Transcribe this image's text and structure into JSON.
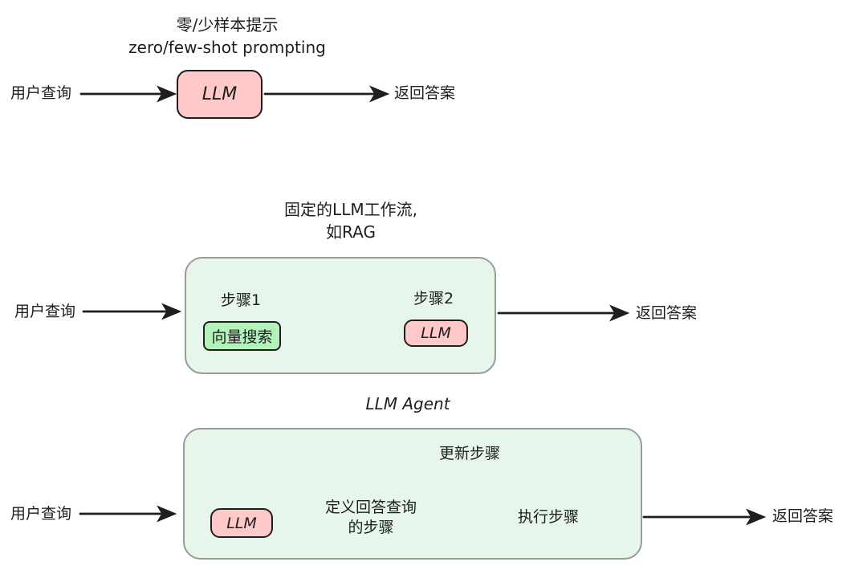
{
  "colors": {
    "ink": "#1e1e1e",
    "pink_fill": "#ffc9c9",
    "green_fill": "#b2f2bb",
    "container_fill": "#e7f6ea",
    "container_border": "#9a9a9a",
    "bg": "#ffffff"
  },
  "sections": {
    "zero_few_shot": {
      "title_zh": "零/少样本提示",
      "title_en": "zero/few-shot prompting",
      "input_label": "用户查询",
      "llm_label": "LLM",
      "output_label": "返回答案"
    },
    "rag_workflow": {
      "title_line1": "固定的LLM工作流,",
      "title_line2": "如RAG",
      "input_label": "用户查询",
      "step1_label": "步骤1",
      "step1_box_label": "向量搜索",
      "step2_label": "步骤2",
      "step2_box_label": "LLM",
      "output_label": "返回答案"
    },
    "llm_agent": {
      "title": "LLM Agent",
      "input_label": "用户查询",
      "llm_label": "LLM",
      "define_steps_line1": "定义回答查询",
      "define_steps_line2": "的步骤",
      "execute_label": "执行步骤",
      "update_label": "更新步骤",
      "output_label": "返回答案"
    }
  }
}
